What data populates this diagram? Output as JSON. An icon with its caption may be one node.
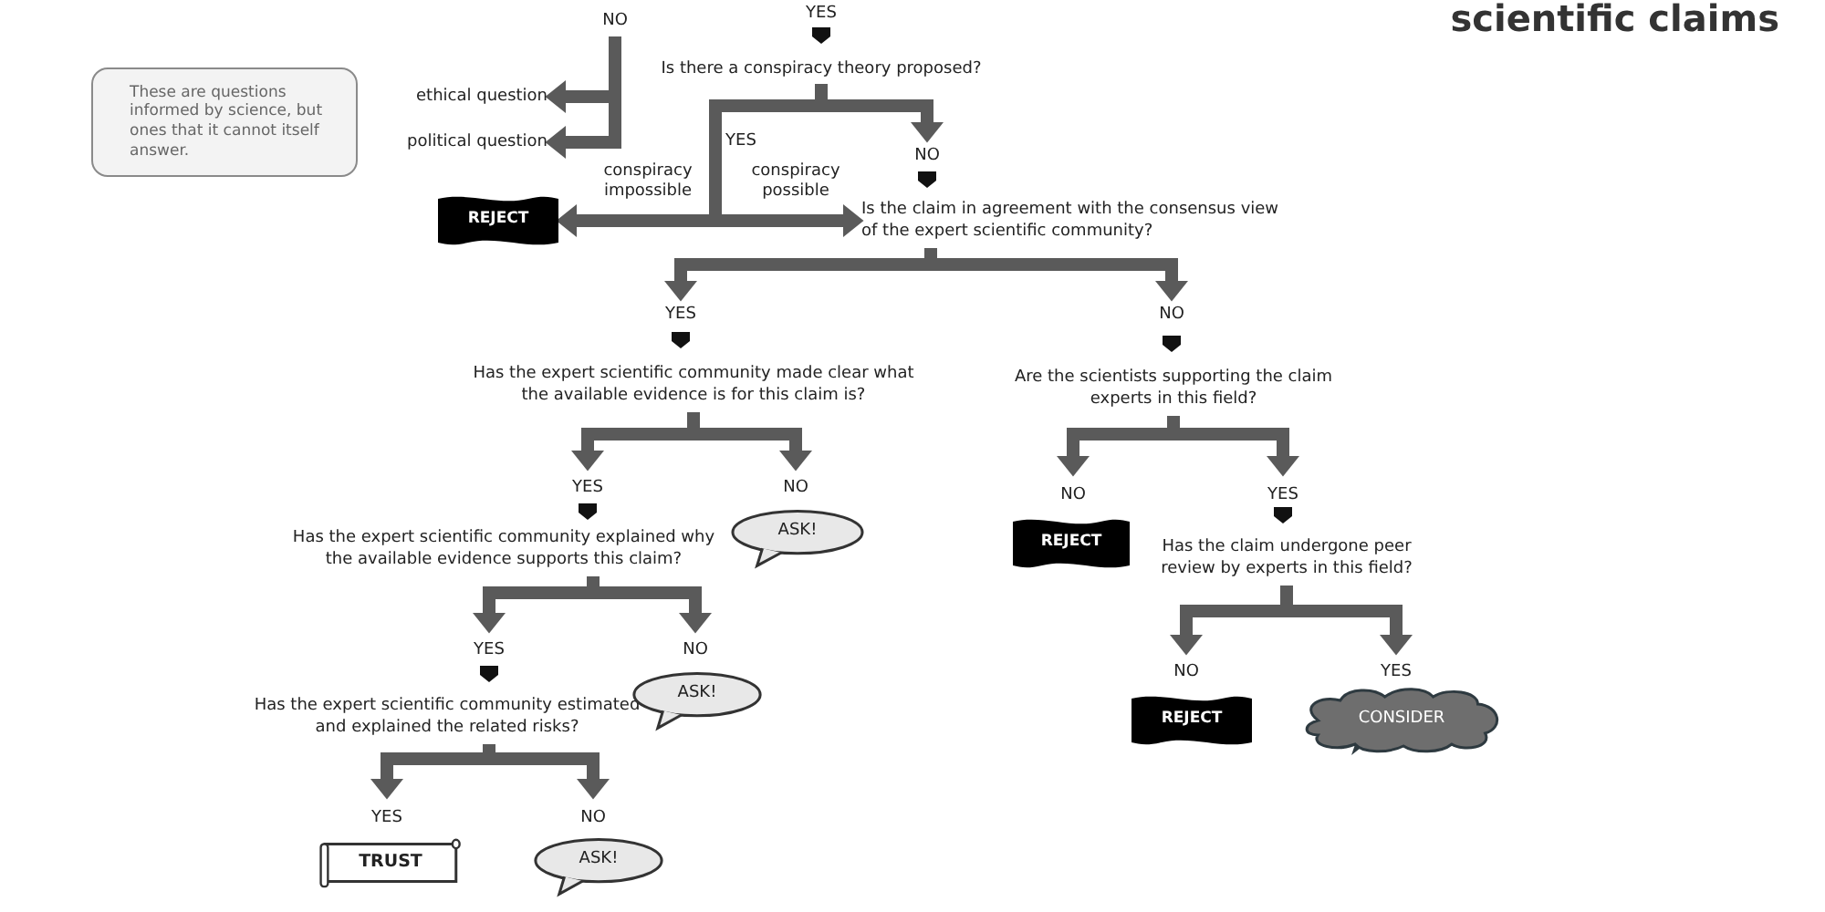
{
  "diagram": {
    "title": "scientific claims",
    "nodes": [
      {
        "text": [
          "These are questions informed by science, but ones that it cannot itself answer."
        ]
      },
      {
        "text": [
          "ethical question"
        ]
      },
      {
        "text": [
          "political question"
        ]
      },
      {
        "text": [
          "Is there a conspiracy theory proposed?"
        ]
      },
      {
        "text": [
          "REJECT"
        ]
      },
      {
        "text": [
          "Is the claim in agreement with the consensus view of the expert scientific community?"
        ]
      },
      {
        "text": [
          "Has the expert scientific community made clear what the available evidence is for this claim is?"
        ]
      },
      {
        "text": [
          "Are the scientists supporting the claim experts in this field?"
        ]
      },
      {
        "text": [
          "Has the expert scientific community explained why the available evidence supports this claim?"
        ]
      },
      {
        "text": [
          "ASK!"
        ]
      },
      {
        "text": [
          "REJECT"
        ]
      },
      {
        "text": [
          "Has the claim undergone peer review by experts in this field?"
        ]
      },
      {
        "text": [
          "Has the expert scientific community estimated and explained the related risks?"
        ]
      },
      {
        "text": [
          "ASK!"
        ]
      },
      {
        "text": [
          "REJECT"
        ]
      },
      {
        "text": [
          "CONSIDER"
        ]
      },
      {
        "text": [
          "TRUST"
        ]
      },
      {
        "text": [
          "ASK!"
        ]
      }
    ],
    "edges": [
      {
        "from": null,
        "to": 1,
        "arrow": "to",
        "label": "NO"
      },
      {
        "from": null,
        "to": 2,
        "arrow": "to"
      },
      {
        "from": 3,
        "to": 4,
        "arrow": "to",
        "label": "conspiracy impossible"
      },
      {
        "from": 3,
        "to": 5,
        "arrow": "to",
        "label": "conspiracy possible"
      },
      {
        "from": 3,
        "to": 5,
        "arrow": "to",
        "label": "NO"
      },
      {
        "from": 5,
        "to": 6,
        "arrow": "to",
        "label": "YES"
      },
      {
        "from": 5,
        "to": 7,
        "arrow": "to",
        "label": "NO"
      },
      {
        "from": 6,
        "to": 8,
        "arrow": "to",
        "label": "YES"
      },
      {
        "from": 6,
        "to": 9,
        "arrow": "to",
        "label": "NO"
      },
      {
        "from": 7,
        "to": 10,
        "arrow": "to",
        "label": "NO"
      },
      {
        "from": 7,
        "to": 11,
        "arrow": "to",
        "label": "YES"
      },
      {
        "from": 8,
        "to": 12,
        "arrow": "to",
        "label": "YES"
      },
      {
        "from": 8,
        "to": 13,
        "arrow": "to",
        "label": "NO"
      },
      {
        "from": 11,
        "to": 14,
        "arrow": "to",
        "label": "NO"
      },
      {
        "from": 11,
        "to": 15,
        "arrow": "to",
        "label": "YES"
      },
      {
        "from": 12,
        "to": 16,
        "arrow": "to",
        "label": "YES"
      },
      {
        "from": 12,
        "to": 17,
        "arrow": "to",
        "label": "NO"
      }
    ],
    "labels": [
      "YES",
      "YES"
    ]
  }
}
